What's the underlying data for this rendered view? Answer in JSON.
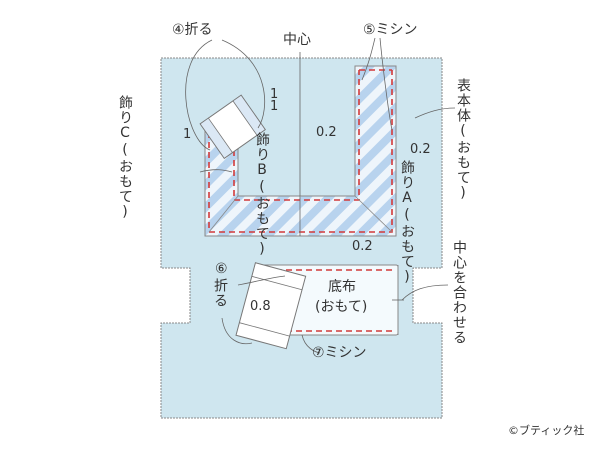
{
  "diagram": {
    "type": "sewing-instruction",
    "colors": {
      "fabric": "#cfe6ef",
      "stripe": "#b8d3ee",
      "stitch": "#d23a3a",
      "outline": "#888888",
      "text": "#333333"
    },
    "labels": {
      "step4": "④折る",
      "center_top": "中心",
      "step5": "⑤ミシン",
      "main_body": "表本体(おもて)",
      "deco_c": "飾りC(おもて)",
      "deco_b": "飾りB(おもて)",
      "deco_a": "飾りA(おもて)",
      "bottom_cloth_line1": "底布",
      "bottom_cloth_line2": "(おもて)",
      "step6_num": "⑥",
      "step6_text": "折る",
      "step7": "⑦ミシン",
      "align_center": "中心を合わせる",
      "copyright": "©ブティック社"
    },
    "measurements": {
      "fold_1a": "1",
      "fold_1b": "1",
      "fold_1c": "1",
      "seam_left": "0.2",
      "seam_right": "0.2",
      "seam_bottom_cloth": "0.2",
      "fold_bottom": "0.8"
    }
  }
}
